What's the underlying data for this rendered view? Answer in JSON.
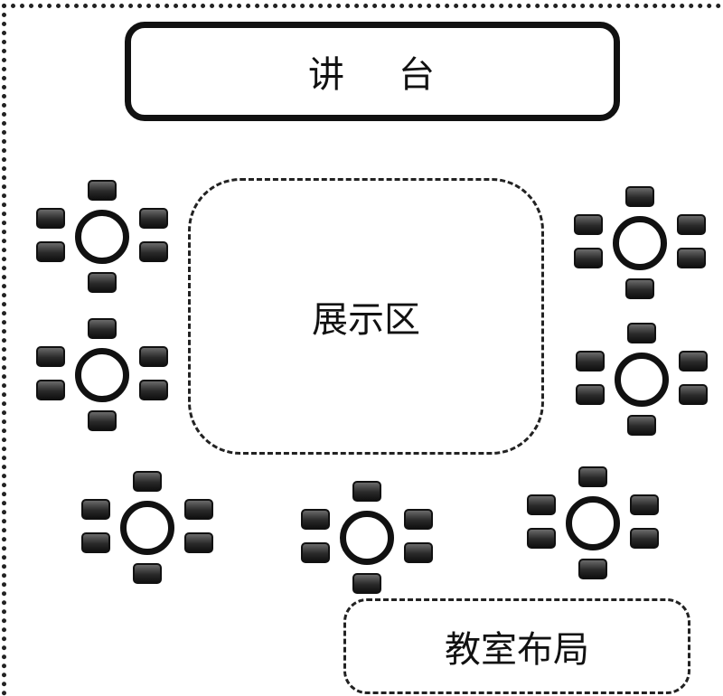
{
  "podium": {
    "char1": "讲",
    "char2": "台"
  },
  "exhibit_area": {
    "label": "展示区"
  },
  "layout_title": {
    "label": "教室布局"
  },
  "table_groups": {
    "count": 7,
    "seats_per_table": 6
  }
}
